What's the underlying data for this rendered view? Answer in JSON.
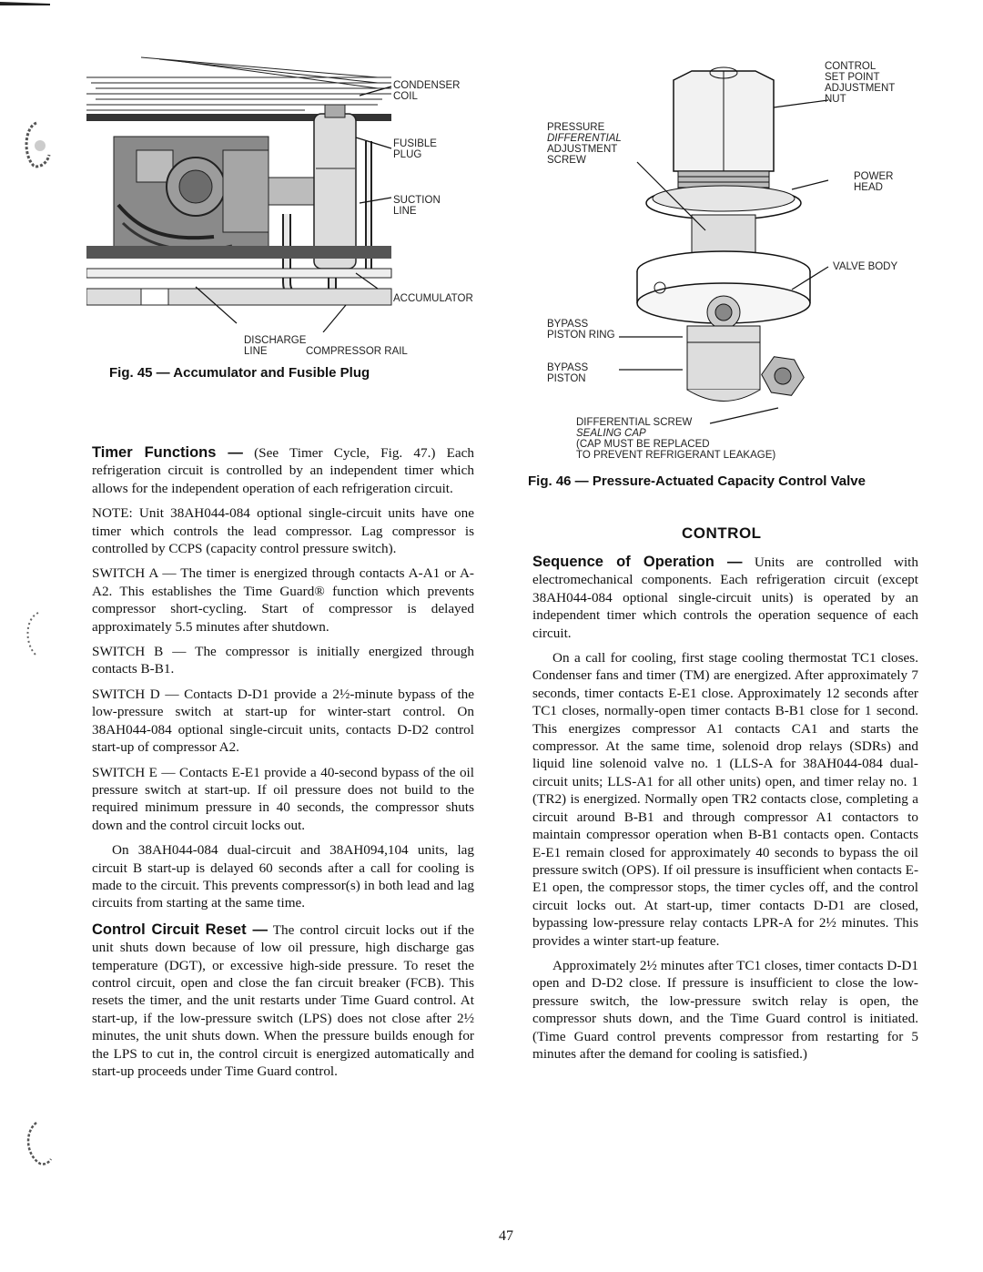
{
  "fig45": {
    "labels": {
      "condenser_coil": "CONDENSER\nCOIL",
      "fusible_plug": "FUSIBLE\nPLUG",
      "suction_line": "SUCTION\nLINE",
      "accumulator": "ACCUMULATOR",
      "discharge_line": "DISCHARGE\nLINE",
      "compressor_rail": "COMPRESSOR RAIL"
    },
    "caption": "Fig. 45 — Accumulator and Fusible Plug"
  },
  "fig46": {
    "labels": {
      "control_set_point": "CONTROL\nSET POINT\nADJUSTMENT\nNUT",
      "pressure_line1": "PRESSURE",
      "pressure_line2": "DIFFERENTIAL",
      "pressure_line3": "ADJUSTMENT\nSCREW",
      "power_head": "POWER\nHEAD",
      "valve_body": "VALVE BODY",
      "bypass_piston_ring": "BYPASS\nPISTON RING",
      "bypass_piston": "BYPASS\nPISTON",
      "diff_screw_1": "DIFFERENTIAL SCREW",
      "diff_screw_2": "SEALING CAP",
      "diff_screw_3": "(CAP MUST BE REPLACED\nTO PREVENT REFRIGERANT LEAKAGE)"
    },
    "caption": "Fig. 46 — Pressure-Actuated Capacity Control Valve"
  },
  "left": {
    "timer_head": "Timer Functions —",
    "timer_text": " (See Timer Cycle, Fig. 47.) Each refrigeration circuit is controlled by an independent timer which allows for the independent operation of each refrigeration circuit.",
    "note": "NOTE: Unit 38AH044-084 optional single-circuit units have one timer which controls the lead compressor. Lag compressor is controlled by CCPS (capacity control pressure switch).",
    "switch_a": "SWITCH A — The timer is energized through contacts A-A1 or A-A2. This establishes the Time Guard® function which prevents compressor short-cycling. Start of compressor is delayed approximately 5.5 minutes after shutdown.",
    "switch_b": "SWITCH B — The compressor is initially energized through contacts B-B1.",
    "switch_d": "SWITCH D — Contacts D-D1 provide a 2½-minute bypass of the low-pressure switch at start-up for winter-start control. On 38AH044-084 optional single-circuit units, contacts D-D2 control start-up of compressor A2.",
    "switch_e": "SWITCH E — Contacts E-E1 provide a 40-second bypass of the oil pressure switch at start-up. If oil pressure does not build to the required minimum pressure in 40 seconds, the compressor shuts down and the control circuit locks out.",
    "lag_para": "On 38AH044-084 dual-circuit and 38AH094,104 units, lag circuit B start-up is delayed 60 seconds after a call for cooling is made to the circuit. This prevents compressor(s) in both lead and lag circuits from starting at the same time.",
    "reset_head": "Control Circuit Reset —",
    "reset_text": " The control circuit locks out if the unit shuts down because of low oil pressure, high discharge gas temperature (DGT), or excessive high-side pressure. To reset the control circuit, open and close the fan circuit breaker (FCB). This resets the timer, and the unit restarts under Time Guard control. At start-up, if the low-pressure switch (LPS) does not close after 2½ minutes, the unit shuts down. When the pressure builds enough for the LPS to cut in, the control circuit is energized automatically and start-up proceeds under Time Guard control."
  },
  "right": {
    "section_title": "CONTROL",
    "seq_head": "Sequence of Operation —",
    "seq_text": " Units are controlled with electromechanical components. Each refrigeration circuit (except 38AH044-084 optional single-circuit units) is operated by an independent timer which controls the operation sequence of each circuit.",
    "para2": "On a call for cooling, first stage cooling thermostat TC1 closes. Condenser fans and timer (TM) are energized. After approximately 7 seconds, timer contacts E-E1 close. Approximately 12 seconds after TC1 closes, normally-open timer contacts B-B1 close for 1 second. This energizes compressor A1 contacts CA1 and starts the compressor. At the same time, solenoid drop relays (SDRs) and liquid line solenoid valve no. 1 (LLS-A for 38AH044-084 dual-circuit units; LLS-A1 for all other units) open, and timer relay no. 1 (TR2) is energized. Normally open TR2 contacts close, completing a circuit around B-B1 and through compressor A1 contactors to maintain compressor operation when B-B1 contacts open. Contacts E-E1 remain closed for approximately 40 seconds to bypass the oil pressure switch (OPS). If oil pressure is insufficient when contacts E-E1 open, the compressor stops, the timer cycles off, and the control circuit locks out. At start-up, timer contacts D-D1 are closed, bypassing low-pressure relay contacts LPR-A for 2½ minutes. This provides a winter start-up feature.",
    "para3": "Approximately 2½ minutes after TC1 closes, timer contacts D-D1 open and D-D2 close. If pressure is insufficient to close the low-pressure switch, the low-pressure switch relay is open, the compressor shuts down, and the Time Guard control is initiated. (Time Guard control prevents compressor from restarting for 5 minutes after the demand for cooling is satisfied.)"
  },
  "page_number": "47"
}
